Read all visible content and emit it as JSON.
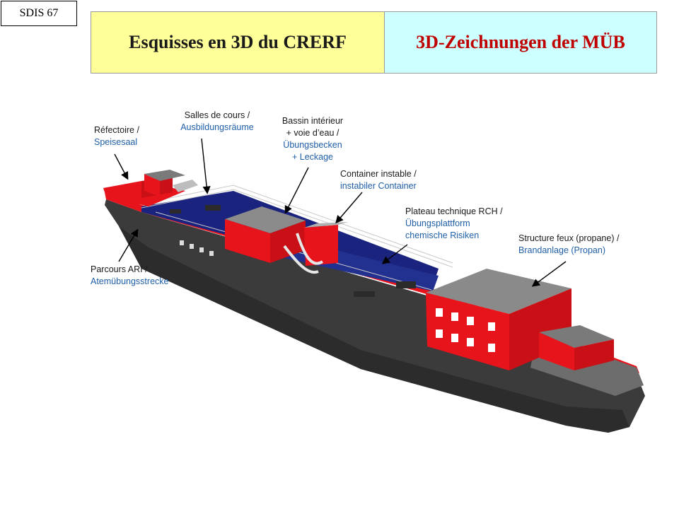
{
  "badge": "SDIS 67",
  "title_fr": "Esquisses en 3D du CRERF",
  "title_de": "3D-Zeichnungen der MÜB",
  "labels": {
    "refectoire": {
      "fr": "Réfectoire /",
      "de": "Speisesaal"
    },
    "salles": {
      "fr": "Salles de cours /",
      "de": "Ausbildungsräume"
    },
    "bassin": {
      "fr1": "Bassin intérieur",
      "fr2": "+ voie d’eau /",
      "de1": "Übungsbecken",
      "de2": "+ Leckage"
    },
    "container": {
      "fr": "Container instable /",
      "de": "instabiler Container"
    },
    "plateau": {
      "fr": "Plateau technique RCH /",
      "de1": "Übungsplattform",
      "de2": "chemische Risiken"
    },
    "structure": {
      "fr": "Structure feux (propane) /",
      "de": "Brandanlage (Propan)"
    },
    "parcours": {
      "fr": "Parcours ARI /",
      "de": "Atemübungsstrecke"
    }
  },
  "colors": {
    "hull": "#3a3a3a",
    "superstructure": "#e8141b",
    "deck": "#1a237e",
    "roof": "#8a8a8a",
    "label_de": "#1f5fa8",
    "title_de": "#c00000",
    "title_fr_bg": "#ffff99",
    "title_de_bg": "#ccffff"
  }
}
